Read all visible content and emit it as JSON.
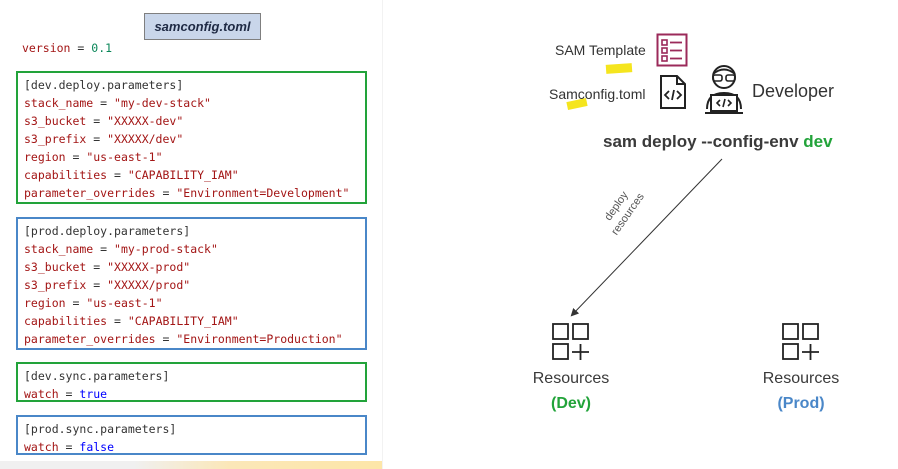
{
  "file_tab": "samconfig.toml",
  "version": {
    "key": "version",
    "value": "0.1"
  },
  "blocks": [
    {
      "header": "[dev.deploy.parameters]",
      "lines": [
        {
          "key": "stack_name",
          "value": "\"my-dev-stack\""
        },
        {
          "key": "s3_bucket",
          "value": "\"XXXXX-dev\""
        },
        {
          "key": "s3_prefix",
          "value": "\"XXXXX/dev\""
        },
        {
          "key": "region",
          "value": "\"us-east-1\""
        },
        {
          "key": "capabilities",
          "value": "\"CAPABILITY_IAM\""
        },
        {
          "key": "parameter_overrides",
          "value": "\"Environment=Development\""
        }
      ]
    },
    {
      "header": "[prod.deploy.parameters]",
      "lines": [
        {
          "key": "stack_name",
          "value": "\"my-prod-stack\""
        },
        {
          "key": "s3_bucket",
          "value": "\"XXXXX-prod\""
        },
        {
          "key": "s3_prefix",
          "value": "\"XXXXX/prod\""
        },
        {
          "key": "region",
          "value": "\"us-east-1\""
        },
        {
          "key": "capabilities",
          "value": "\"CAPABILITY_IAM\""
        },
        {
          "key": "parameter_overrides",
          "value": "\"Environment=Production\""
        }
      ]
    },
    {
      "header": "[dev.sync.parameters]",
      "lines": [
        {
          "key": "watch",
          "value": "true"
        }
      ]
    },
    {
      "header": "[prod.sync.parameters]",
      "lines": [
        {
          "key": "watch",
          "value": "false"
        }
      ]
    }
  ],
  "diagram": {
    "sam_template_label": "SAM Template",
    "samconfig_label": "Samconfig.toml",
    "developer_label": "Developer",
    "command_prefix": "sam deploy --config-env",
    "command_env": "dev",
    "arrow_label_line1": "deploy",
    "arrow_label_line2": "resources",
    "resources_dev_label": "Resources",
    "resources_dev_env": "(Dev)",
    "resources_prod_label": "Resources",
    "resources_prod_env": "(Prod)"
  },
  "colors": {
    "dev_green": "#22a33a",
    "prod_blue": "#4a87c8",
    "template_icon": "#9b2a5a",
    "highlight": "#f5e51e"
  }
}
